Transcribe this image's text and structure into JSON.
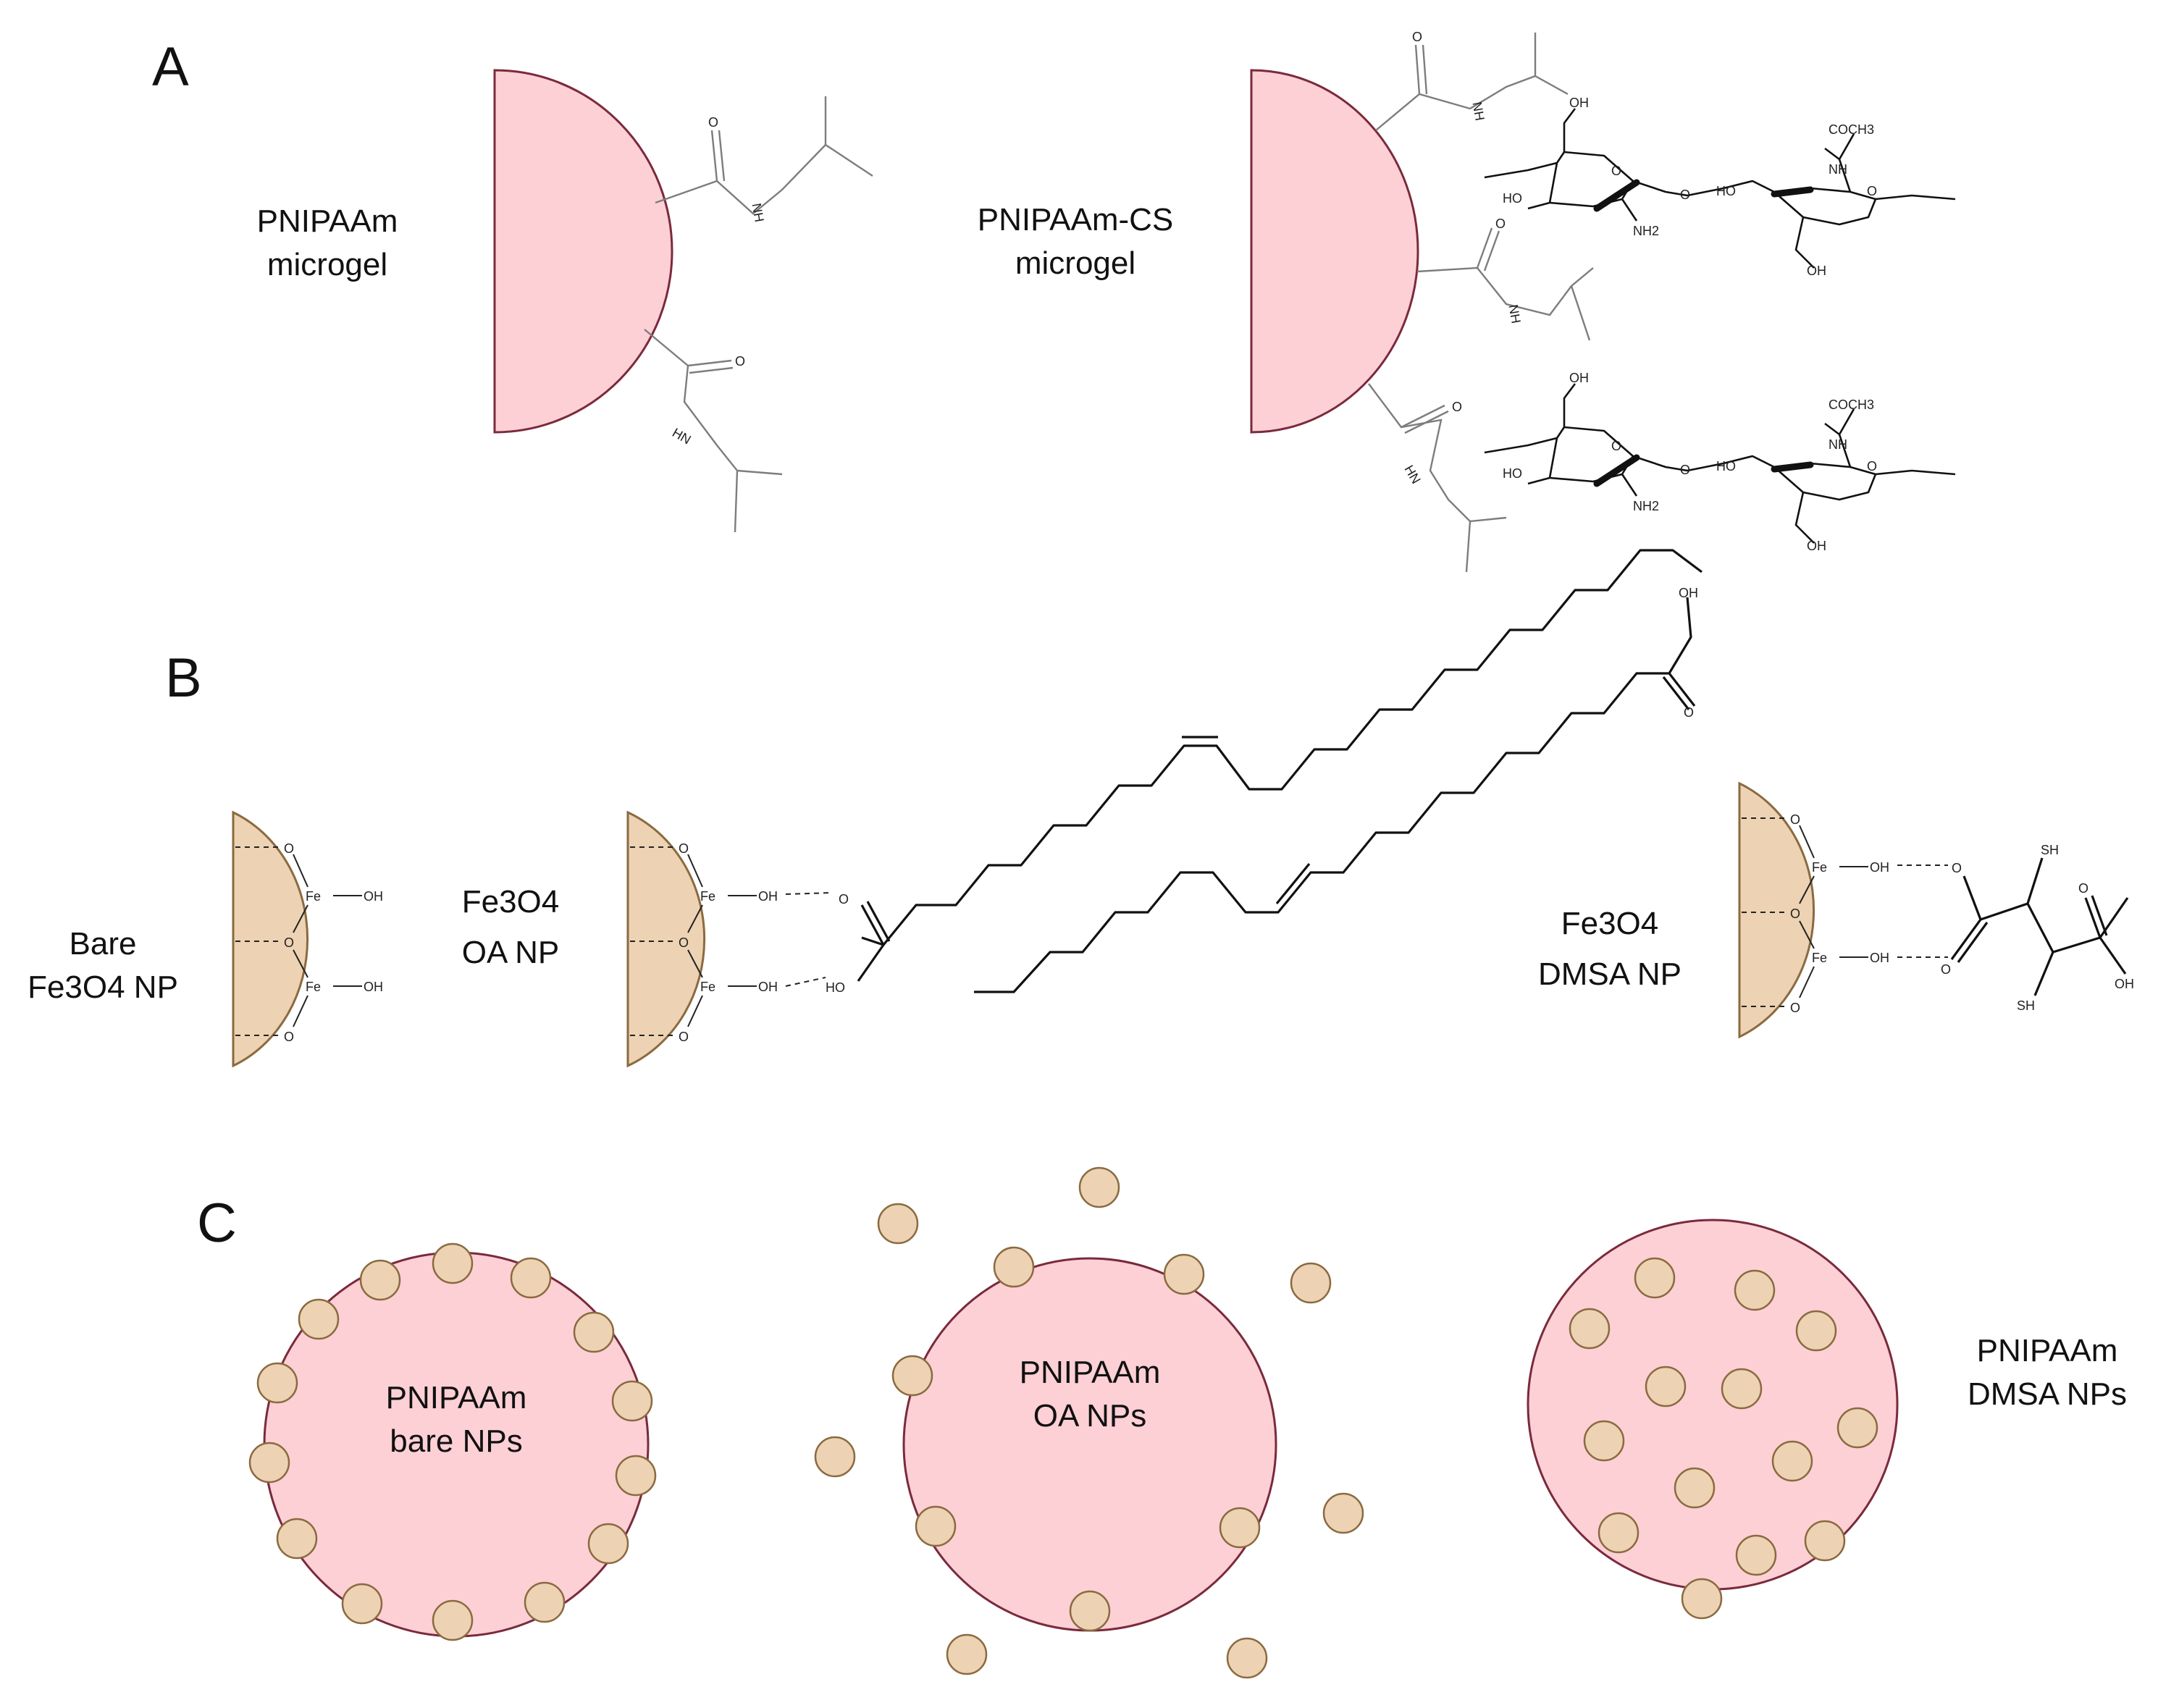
{
  "panels": {
    "a": "A",
    "b": "B",
    "c": "C"
  },
  "colors": {
    "microgel_fill": "#fdd0d6",
    "microgel_stroke": "#7a2a3c",
    "np_fill": "#edd3b3",
    "np_stroke": "#8a6a40",
    "bond_gray": "#7d7d7d",
    "bond_black": "#111111"
  },
  "panel_a": {
    "pnipaam_label": [
      "PNIPAAm",
      "microgel"
    ],
    "pnipaam_cs_label": [
      "PNIPAAm-CS",
      "microgel"
    ],
    "atoms": {
      "o": "O",
      "nh": "NH",
      "hn": "HN",
      "oh": "OH",
      "ho": "HO",
      "nh2": "NH2",
      "acetyl": "COCH3"
    }
  },
  "panel_b": {
    "bare_label": [
      "Bare",
      "Fe3O4 NP"
    ],
    "oa_label": [
      "Fe3O4",
      "OA NP"
    ],
    "dmsa_label": [
      "Fe3O4",
      "DMSA NP"
    ],
    "atoms": {
      "fe": "Fe",
      "o": "O",
      "oh": "OH",
      "ho": "HO",
      "sh": "SH"
    }
  },
  "panel_c": {
    "bare_label": [
      "PNIPAAm",
      "bare NPs"
    ],
    "oa_label": [
      "PNIPAAm",
      "OA NPs"
    ],
    "dmsa_label": [
      "PNIPAAm",
      "DMSA NPs"
    ]
  }
}
